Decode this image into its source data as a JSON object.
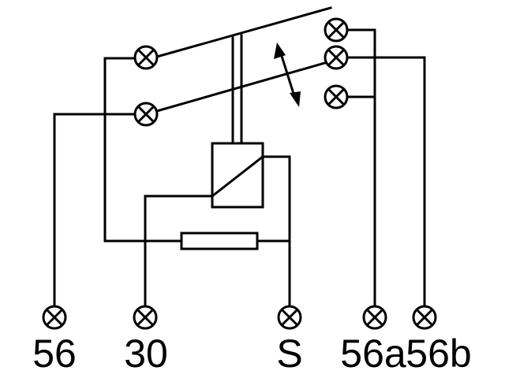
{
  "diagram": {
    "labels": {
      "t56": "56",
      "t30": "30",
      "tS": "S",
      "t56a": "56a",
      "t56b": "56b"
    }
  }
}
